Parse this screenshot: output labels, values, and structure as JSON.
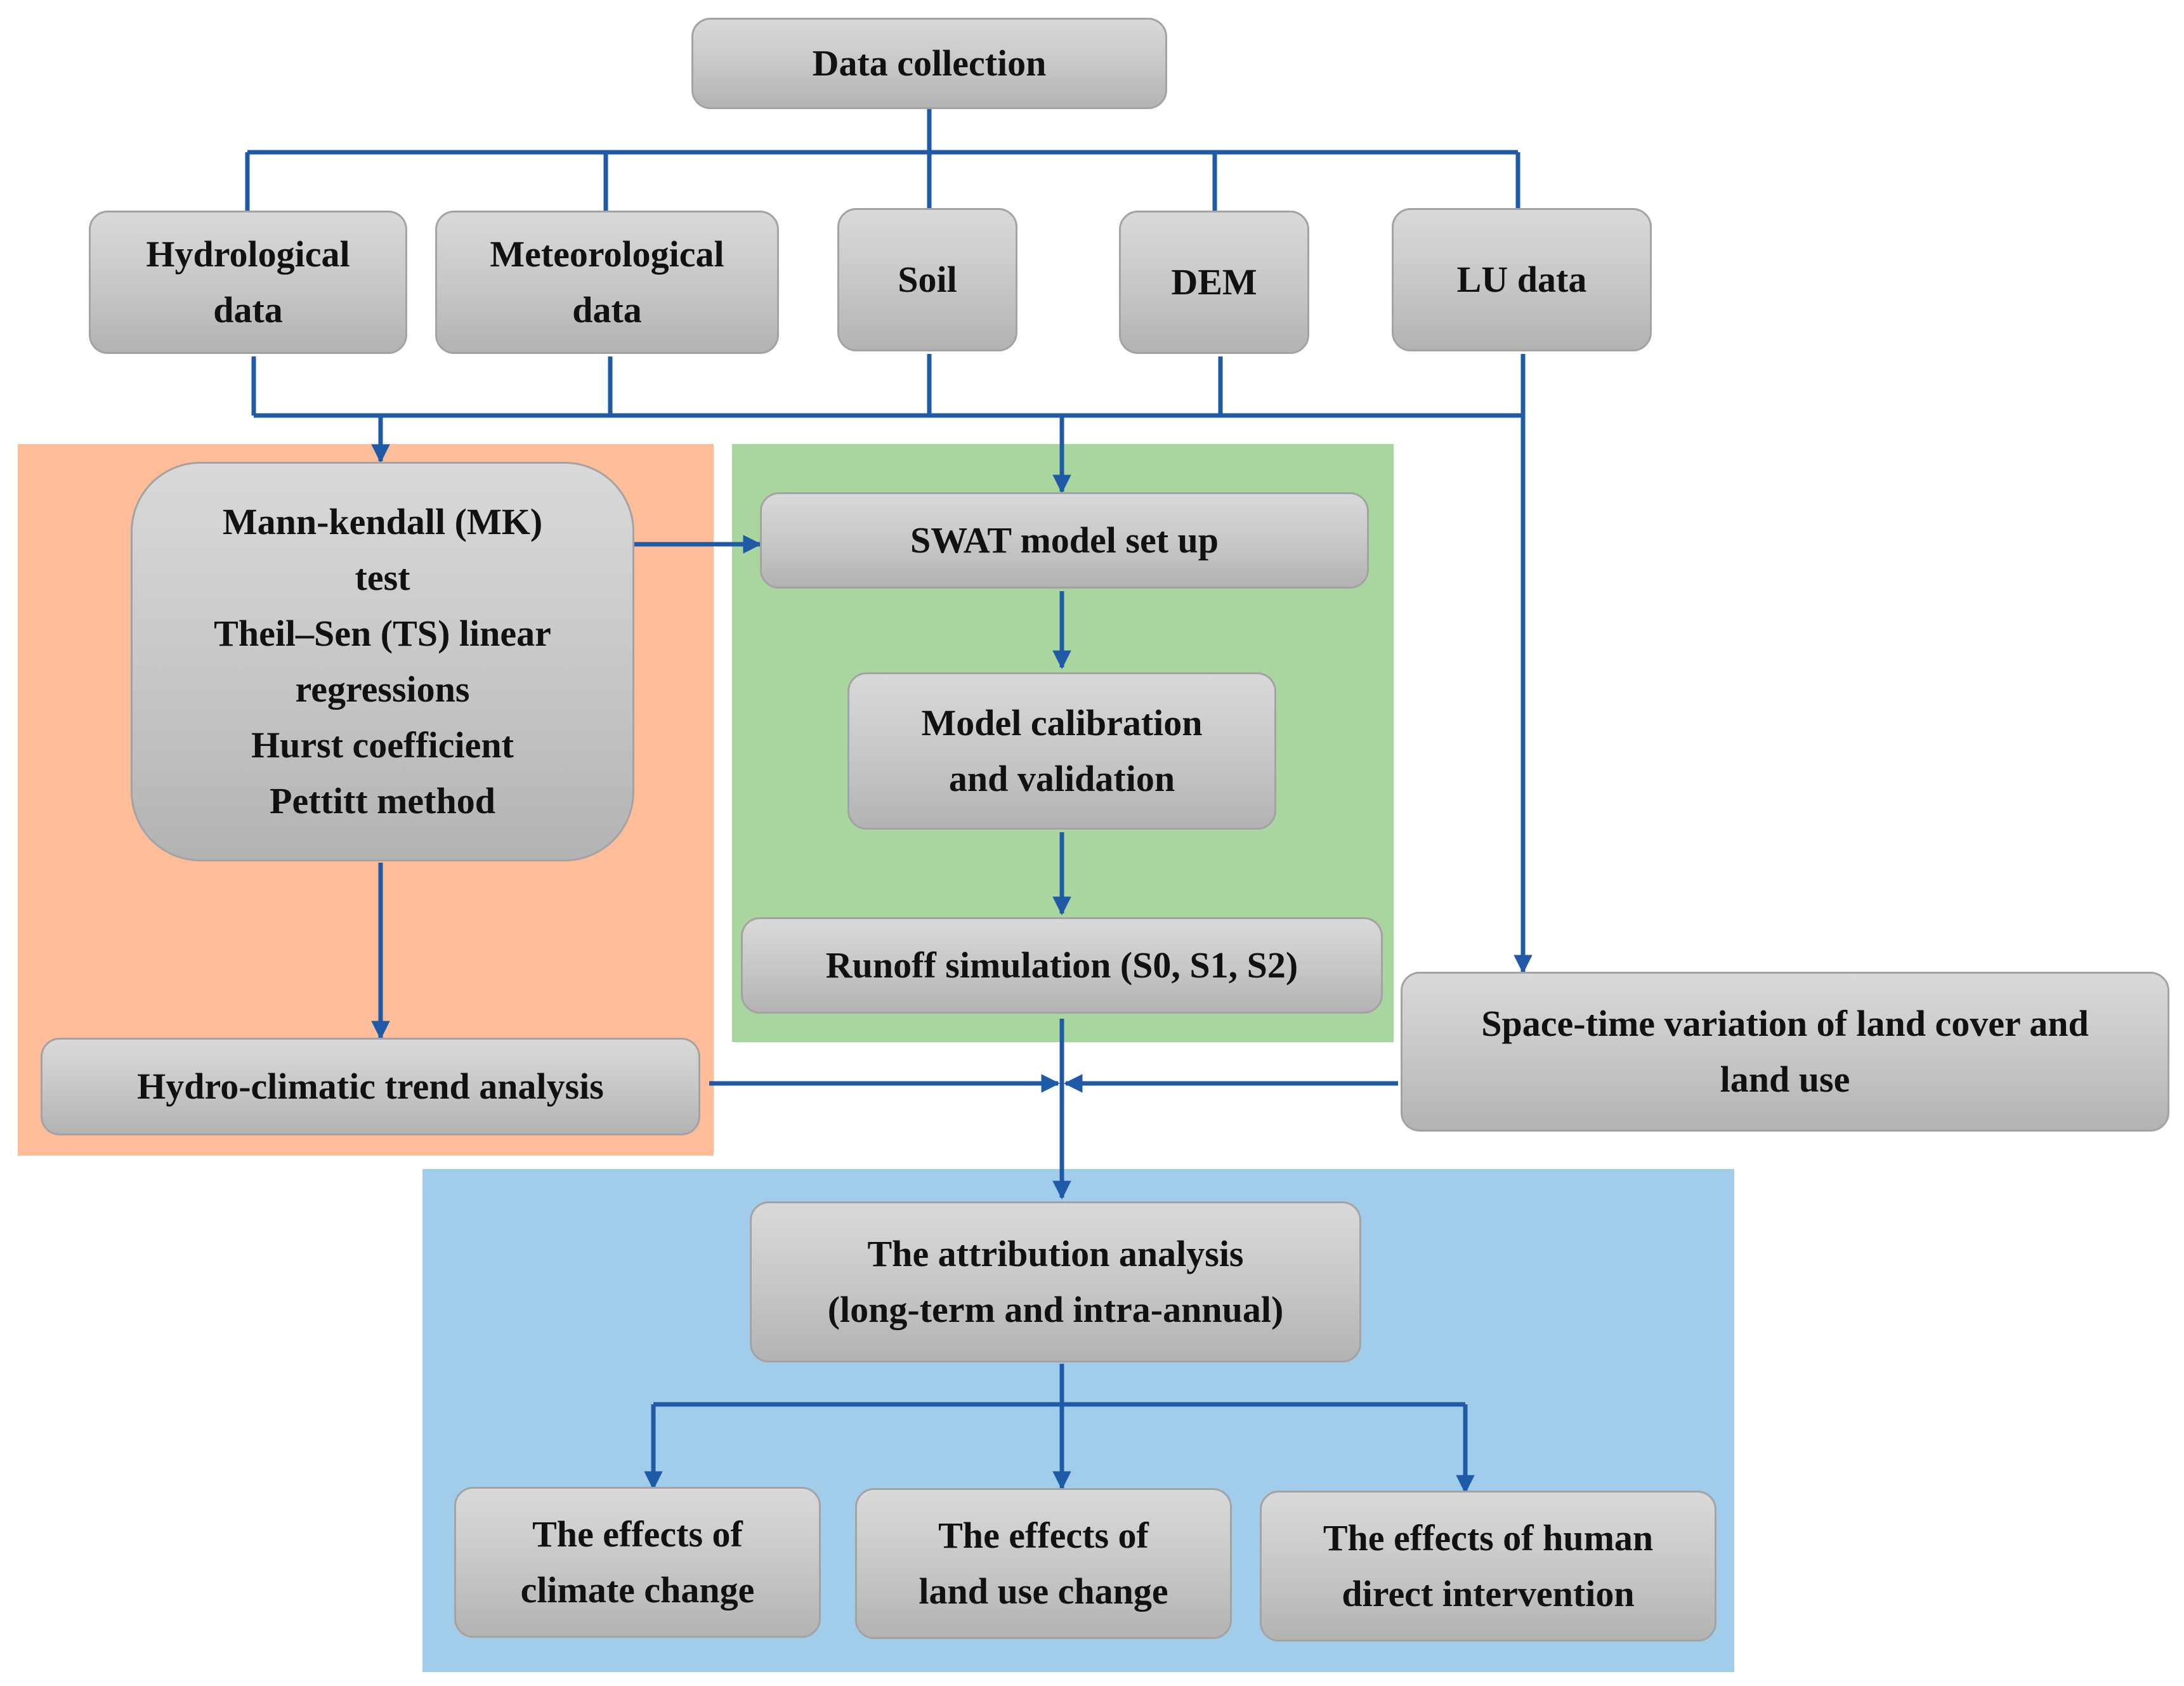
{
  "colors": {
    "connector": "#1F5AA6",
    "panel_trend": "#FCBD98",
    "panel_swat": "#A9D59F",
    "panel_attribution": "#A1CDEB",
    "box_fill": "#C8C8C8"
  },
  "nodes": {
    "data_collection": {
      "lines": [
        "Data collection"
      ]
    },
    "hydrological": {
      "lines": [
        "Hydrological",
        "data"
      ]
    },
    "meteorological": {
      "lines": [
        "Meteorological",
        "data"
      ]
    },
    "soil": {
      "lines": [
        "Soil"
      ]
    },
    "dem": {
      "lines": [
        "DEM"
      ]
    },
    "lu_data": {
      "lines": [
        "LU data"
      ]
    },
    "trend_methods": {
      "lines": [
        "Mann-kendall (MK)",
        "test",
        "Theil–Sen (TS) linear",
        "regressions",
        "Hurst coefficient",
        "Pettitt method"
      ]
    },
    "trend_analysis": {
      "lines": [
        "Hydro-climatic trend analysis"
      ]
    },
    "swat_setup": {
      "lines": [
        "SWAT model set up"
      ]
    },
    "calibration": {
      "lines": [
        "Model calibration",
        "and validation"
      ]
    },
    "runoff": {
      "lines": [
        "Runoff simulation (S0, S1, S2)"
      ]
    },
    "land_cover": {
      "lines": [
        "Space-time variation of land cover and",
        "land use"
      ]
    },
    "attribution": {
      "lines": [
        "The attribution analysis",
        "(long-term and intra-annual)"
      ]
    },
    "climate_effects": {
      "lines": [
        "The effects of",
        "climate change"
      ]
    },
    "land_use_effects": {
      "lines": [
        "The effects of",
        "land use change"
      ]
    },
    "human_effects": {
      "lines": [
        "The effects of human",
        "direct intervention"
      ]
    }
  }
}
